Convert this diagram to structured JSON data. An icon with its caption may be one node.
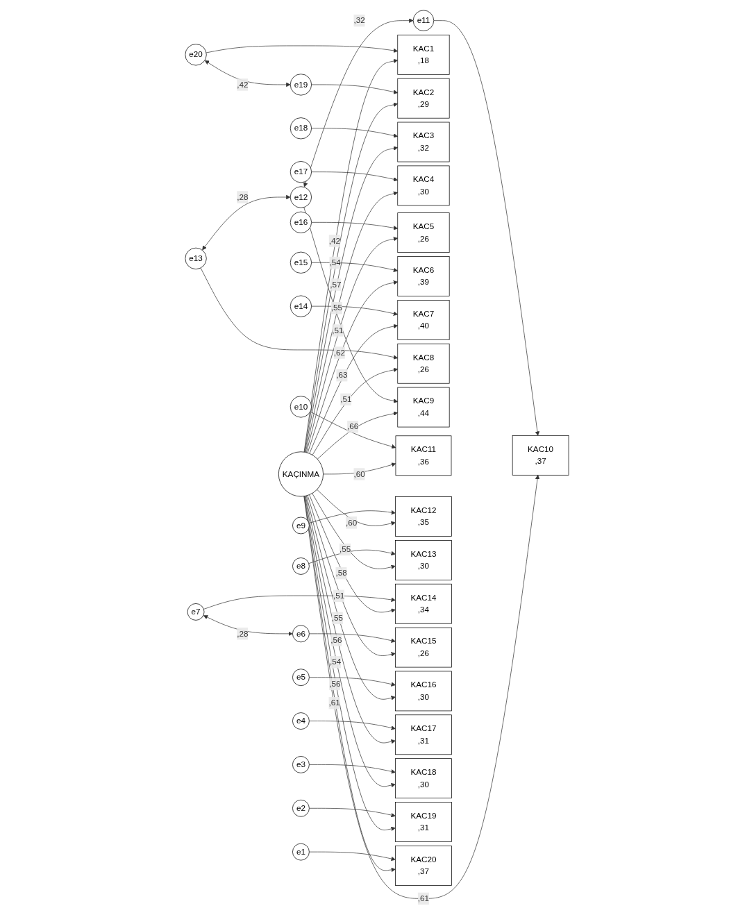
{
  "diagram": {
    "nodes": [
      {
        "text": [
          "e20"
        ]
      },
      {
        "text": [
          "e19"
        ]
      },
      {
        "text": [
          "e18"
        ]
      },
      {
        "text": [
          "e17"
        ]
      },
      {
        "text": [
          "e16"
        ]
      },
      {
        "text": [
          "e15"
        ]
      },
      {
        "text": [
          "e14"
        ]
      },
      {
        "text": [
          "e13"
        ]
      },
      {
        "text": [
          "e12"
        ]
      },
      {
        "text": [
          "e11"
        ]
      },
      {
        "text": [
          "e10"
        ]
      },
      {
        "text": [
          "e9"
        ]
      },
      {
        "text": [
          "e8"
        ]
      },
      {
        "text": [
          "e7"
        ]
      },
      {
        "text": [
          "e6"
        ]
      },
      {
        "text": [
          "e5"
        ]
      },
      {
        "text": [
          "e4"
        ]
      },
      {
        "text": [
          "e3"
        ]
      },
      {
        "text": [
          "e2"
        ]
      },
      {
        "text": [
          "e1"
        ]
      },
      {
        "text": [
          "KAC1",
          ",18"
        ]
      },
      {
        "text": [
          "KAC2",
          ",29"
        ]
      },
      {
        "text": [
          "KAC3",
          ",32"
        ]
      },
      {
        "text": [
          "KAC4",
          ",30"
        ]
      },
      {
        "text": [
          "KAC5",
          ",26"
        ]
      },
      {
        "text": [
          "KAC6",
          ",39"
        ]
      },
      {
        "text": [
          "KAC7",
          ",40"
        ]
      },
      {
        "text": [
          "KAC8",
          ",26"
        ]
      },
      {
        "text": [
          "KAC9",
          ",44"
        ]
      },
      {
        "text": [
          "KAC10",
          ",37"
        ]
      },
      {
        "text": [
          "KAC11",
          ",36"
        ]
      },
      {
        "text": [
          "KAC12",
          ",35"
        ]
      },
      {
        "text": [
          "KAC13",
          ",30"
        ]
      },
      {
        "text": [
          "KAC14",
          ",34"
        ]
      },
      {
        "text": [
          "KAC15",
          ",26"
        ]
      },
      {
        "text": [
          "KAC16",
          ",30"
        ]
      },
      {
        "text": [
          "KAC17",
          ",31"
        ]
      },
      {
        "text": [
          "KAC18",
          ",30"
        ]
      },
      {
        "text": [
          "KAC19",
          ",31"
        ]
      },
      {
        "text": [
          "KAC20",
          ",37"
        ]
      },
      {
        "text": [
          "KAÇINMA"
        ]
      }
    ],
    "edges": [
      {
        "from": 0,
        "to": 20,
        "arrow": "to"
      },
      {
        "from": 1,
        "to": 21,
        "arrow": "to"
      },
      {
        "from": 2,
        "to": 22,
        "arrow": "to"
      },
      {
        "from": 3,
        "to": 23,
        "arrow": "to"
      },
      {
        "from": 4,
        "to": 24,
        "arrow": "to"
      },
      {
        "from": 5,
        "to": 25,
        "arrow": "to"
      },
      {
        "from": 6,
        "to": 26,
        "arrow": "to"
      },
      {
        "from": 7,
        "to": 27,
        "arrow": "to"
      },
      {
        "from": 8,
        "to": 28,
        "arrow": "to"
      },
      {
        "from": 9,
        "to": 29,
        "arrow": "to"
      },
      {
        "from": 10,
        "to": 30,
        "arrow": "to"
      },
      {
        "from": 11,
        "to": 31,
        "arrow": "to"
      },
      {
        "from": 12,
        "to": 32,
        "arrow": "to"
      },
      {
        "from": 13,
        "to": 33,
        "arrow": "to"
      },
      {
        "from": 14,
        "to": 34,
        "arrow": "to"
      },
      {
        "from": 15,
        "to": 35,
        "arrow": "to"
      },
      {
        "from": 16,
        "to": 36,
        "arrow": "to"
      },
      {
        "from": 17,
        "to": 37,
        "arrow": "to"
      },
      {
        "from": 18,
        "to": 38,
        "arrow": "to"
      },
      {
        "from": 19,
        "to": 39,
        "arrow": "to"
      },
      {
        "from": 40,
        "to": 20,
        "arrow": "to",
        "label": ",42"
      },
      {
        "from": 40,
        "to": 21,
        "arrow": "to",
        "label": ",54"
      },
      {
        "from": 40,
        "to": 22,
        "arrow": "to",
        "label": ",57"
      },
      {
        "from": 40,
        "to": 23,
        "arrow": "to",
        "label": ",55"
      },
      {
        "from": 40,
        "to": 24,
        "arrow": "to",
        "label": ",51"
      },
      {
        "from": 40,
        "to": 25,
        "arrow": "to",
        "label": ",62"
      },
      {
        "from": 40,
        "to": 26,
        "arrow": "to",
        "label": ",63"
      },
      {
        "from": 40,
        "to": 27,
        "arrow": "to",
        "label": ",51"
      },
      {
        "from": 40,
        "to": 28,
        "arrow": "to",
        "label": ",66"
      },
      {
        "from": 40,
        "to": 29,
        "arrow": "to",
        "label": ",61"
      },
      {
        "from": 40,
        "to": 30,
        "arrow": "to",
        "label": ",60"
      },
      {
        "from": 40,
        "to": 31,
        "arrow": "to",
        "label": ",60"
      },
      {
        "from": 40,
        "to": 32,
        "arrow": "to",
        "label": ",55"
      },
      {
        "from": 40,
        "to": 33,
        "arrow": "to",
        "label": ",58"
      },
      {
        "from": 40,
        "to": 34,
        "arrow": "to",
        "label": ",51"
      },
      {
        "from": 40,
        "to": 35,
        "arrow": "to",
        "label": ",55"
      },
      {
        "from": 40,
        "to": 36,
        "arrow": "to",
        "label": ",56"
      },
      {
        "from": 40,
        "to": 37,
        "arrow": "to",
        "label": ",54"
      },
      {
        "from": 40,
        "to": 38,
        "arrow": "to",
        "label": ",56"
      },
      {
        "from": 40,
        "to": 39,
        "arrow": "to",
        "label": ",61"
      },
      {
        "from": 0,
        "to": 1,
        "arrow": "both",
        "label": ",42"
      },
      {
        "from": 7,
        "to": 8,
        "arrow": "both",
        "label": ",28"
      },
      {
        "from": 8,
        "to": 9,
        "arrow": "both",
        "label": ",32"
      },
      {
        "from": 13,
        "to": 14,
        "arrow": "both",
        "label": ",28"
      }
    ]
  }
}
